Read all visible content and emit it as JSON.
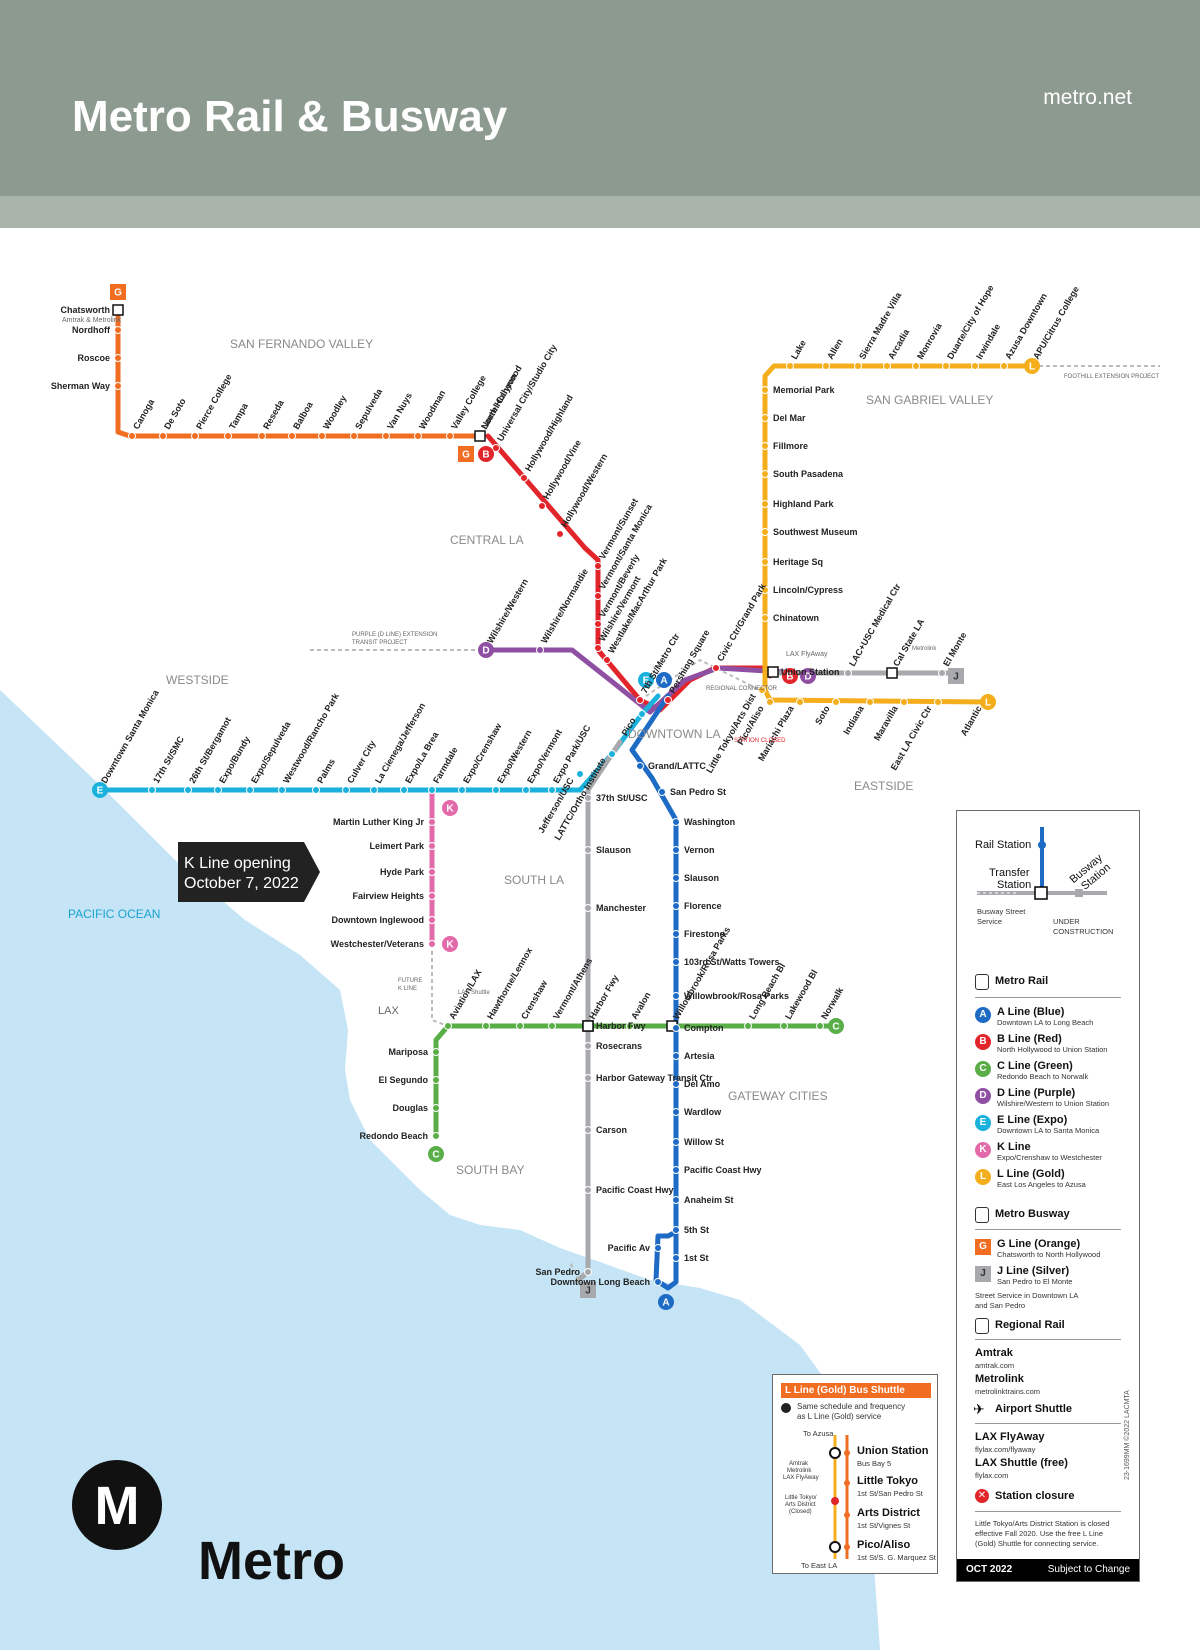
{
  "header": {
    "title": "Metro Rail & Busway",
    "website": "metro.net"
  },
  "regions": [
    {
      "label": "SAN FERNANDO VALLEY"
    },
    {
      "label": "SAN GABRIEL VALLEY"
    },
    {
      "label": "CENTRAL LA"
    },
    {
      "label": "WESTSIDE"
    },
    {
      "label": "DOWNTOWN LA"
    },
    {
      "label": "EASTSIDE"
    },
    {
      "label": "SOUTH LA"
    },
    {
      "label": "PACIFIC OCEAN"
    },
    {
      "label": "GATEWAY CITIES"
    },
    {
      "label": "SOUTH BAY"
    }
  ],
  "colors": {
    "A": "#1d6bc4",
    "B": "#e2252b",
    "C": "#5aae47",
    "D": "#8f4fa3",
    "E": "#1ab2dd",
    "K": "#e36aa9",
    "L": "#f4ae1c",
    "G": "#f06d22",
    "J": "#a7a9ac",
    "ocean": "#c5e4f5"
  },
  "lines": {
    "G": {
      "letter": "G",
      "stations": [
        "Chatsworth",
        "Nordhoff",
        "Roscoe",
        "Sherman Way",
        "Canoga",
        "De Soto",
        "Pierce College",
        "Tampa",
        "Reseda",
        "Balboa",
        "Woodley",
        "Sepulveda",
        "Van Nuys",
        "Woodman",
        "Valley College",
        "Laurel Canyon",
        "North Hollywood"
      ]
    },
    "B": {
      "letter": "B",
      "stations": [
        "North Hollywood",
        "Universal City/Studio City",
        "Hollywood/Highland",
        "Hollywood/Vine",
        "Hollywood/Western",
        "Vermont/Sunset",
        "Vermont/Santa Monica",
        "Vermont/Beverly",
        "Wilshire/Vermont",
        "Westlake/MacArthur Park",
        "7th St/Metro Ctr",
        "Pershing Square",
        "Civic Ctr/Grand Park",
        "Union Station"
      ]
    },
    "D": {
      "letter": "D",
      "stations": [
        "Wilshire/Western",
        "Wilshire/Normandie"
      ]
    },
    "L": {
      "letter": "L",
      "stations": [
        "APU/Citrus College",
        "Azusa Downtown",
        "Irwindale",
        "Duarte/City of Hope",
        "Monrovia",
        "Arcadia",
        "Sierra Madre Villa",
        "Allen",
        "Lake",
        "Memorial Park",
        "Del Mar",
        "Fillmore",
        "South Pasadena",
        "Highland Park",
        "Southwest Museum",
        "Heritage Sq",
        "Lincoln/Cypress",
        "Chinatown",
        "Little Tokyo/Arts Dist",
        "Pico/Aliso",
        "Mariachi Plaza",
        "Soto",
        "Indiana",
        "Maravilla",
        "East LA Civic Ctr",
        "Atlantic"
      ]
    },
    "E": {
      "letter": "E",
      "stations": [
        "Downtown Santa Monica",
        "17th St/SMC",
        "26th St/Bergamot",
        "Expo/Bundy",
        "Expo/Sepulveda",
        "Westwood/Rancho Park",
        "Palms",
        "Culver City",
        "La Cienega/Jefferson",
        "Expo/La Brea",
        "Farmdale",
        "Expo/Crenshaw",
        "Expo/Western",
        "Expo/Vermont",
        "Expo Park/USC",
        "Jefferson/USC",
        "LATTC/Ortho Institute",
        "Pico"
      ]
    },
    "K": {
      "letter": "K",
      "stations": [
        "Martin Luther King Jr",
        "Leimert Park",
        "Hyde Park",
        "Fairview Heights",
        "Downtown Inglewood",
        "Westchester/Veterans"
      ]
    },
    "C": {
      "letter": "C",
      "stations": [
        "Redondo Beach",
        "Douglas",
        "El Segundo",
        "Mariposa",
        "Aviation/LAX",
        "Hawthorne/Lennox",
        "Crenshaw",
        "Vermont/Athens",
        "Harbor Fwy",
        "Avalon",
        "Willowbrook/Rosa Parks",
        "Long Beach Bl",
        "Lakewood Bl",
        "Norwalk"
      ]
    },
    "A": {
      "letter": "A",
      "stations": [
        "Grand/LATTC",
        "San Pedro St",
        "Washington",
        "Vernon",
        "Slauson",
        "Florence",
        "Firestone",
        "103rd St/Watts Towers",
        "Willowbrook/Rosa Parks",
        "Compton",
        "Artesia",
        "Del Amo",
        "Wardlow",
        "Willow St",
        "Pacific Coast Hwy",
        "Anaheim St",
        "5th St",
        "1st St",
        "Downtown Long Beach",
        "Pacific Av"
      ]
    },
    "J": {
      "letter": "J",
      "stations": [
        "37th St/USC",
        "Slauson",
        "Manchester",
        "Harbor Fwy",
        "Rosecrans",
        "Harbor Gateway Transit Ctr",
        "Carson",
        "Pacific Coast Hwy",
        "San Pedro",
        "LAC+USC Medical Ctr",
        "Cal State LA",
        "El Monte"
      ]
    }
  },
  "notes": {
    "amtrak_metrolink": "Amtrak & Metrolink",
    "lax_flyaway": "LAX FlyAway",
    "regional_connector": "REGIONAL CONNECTOR",
    "station_closed": "STATION CLOSED",
    "purple_ext": "PURPLE (D LINE) EXTENSION",
    "transit_project": "TRANSIT PROJECT",
    "foothill_ext": "FOOTHILL EXTENSION PROJECT",
    "future_k": "FUTURE",
    "future_k2": "K LINE",
    "lax": "LAX",
    "lax_shuttle": "LAX Shuttle",
    "metrolink_short": "Metrolink"
  },
  "callout": {
    "line1": "K Line opening",
    "line2": "October 7, 2022"
  },
  "legend": {
    "diagram": {
      "rail_station": "Rail Station",
      "transfer": "Transfer",
      "station": "Station",
      "busway": "Busway",
      "busway_station": "Station",
      "bus_street": "Busway Street",
      "service": "Service",
      "under": "UNDER",
      "construction": "CONSTRUCTION"
    },
    "metro_rail": "Metro Rail",
    "rail_lines": [
      {
        "letter": "A",
        "name": "A Line (Blue)",
        "desc": "Downtown LA to Long Beach"
      },
      {
        "letter": "B",
        "name": "B Line (Red)",
        "desc": "North Hollywood to Union Station"
      },
      {
        "letter": "C",
        "name": "C Line (Green)",
        "desc": "Redondo Beach to Norwalk"
      },
      {
        "letter": "D",
        "name": "D Line (Purple)",
        "desc": "Wilshire/Western to Union Station"
      },
      {
        "letter": "E",
        "name": "E Line (Expo)",
        "desc": "Downtown LA to Santa Monica"
      },
      {
        "letter": "K",
        "name": "K Line",
        "desc": "Expo/Crenshaw to Westchester"
      },
      {
        "letter": "L",
        "name": "L Line (Gold)",
        "desc": "East Los Angeles to Azusa"
      }
    ],
    "metro_busway": "Metro Busway",
    "bus_lines": [
      {
        "letter": "G",
        "name": "G Line (Orange)",
        "desc": "Chatsworth to North Hollywood"
      },
      {
        "letter": "J",
        "name": "J Line (Silver)",
        "desc": "San Pedro to El Monte"
      }
    ],
    "street_service_1": "Street Service in Downtown LA",
    "street_service_2": "and San Pedro",
    "regional_rail": "Regional Rail",
    "amtrak": "Amtrak",
    "amtrak_url": "amtrak.com",
    "metrolink": "Metrolink",
    "metrolink_url": "metrolinktrains.com",
    "airport_shuttle": "Airport Shuttle",
    "flyaway": "LAX FlyAway",
    "flyaway_url": "flylax.com/flyaway",
    "lax_shuttle": "LAX Shuttle (free)",
    "lax_shuttle_url": "flylax.com",
    "closure": "Station closure",
    "closure_note_1": "Little Tokyo/Arts District Station is closed",
    "closure_note_2": "effective Fall 2020. Use the free L Line",
    "closure_note_3": "(Gold) Shuttle for connecting service.",
    "date": "OCT 2022",
    "subject": "Subject to Change"
  },
  "shuttle": {
    "title": "L Line (Gold) Bus Shuttle",
    "sched_1": "Same schedule and frequency",
    "sched_2": "as L Line (Gold) service",
    "to_azusa": "To Azusa",
    "to_east": "To East LA",
    "left_1": "Amtrak",
    "left_2": "Metrolink",
    "left_3": "LAX FlyAway",
    "closed_1": "Little Tokyo/",
    "closed_2": "Arts District",
    "closed_3": "(Closed)",
    "stops": [
      {
        "name": "Union Station",
        "sub": "Bus Bay 5"
      },
      {
        "name": "Little Tokyo",
        "sub": "1st St/San Pedro St"
      },
      {
        "name": "Arts District",
        "sub": "1st St/Vignes St"
      },
      {
        "name": "Pico/Aliso",
        "sub": "1st St/S. G. Marquez St"
      }
    ]
  },
  "logo": {
    "letter": "M",
    "word": "Metro"
  },
  "copyright": "23-1699MM ©2022 LACMTA"
}
